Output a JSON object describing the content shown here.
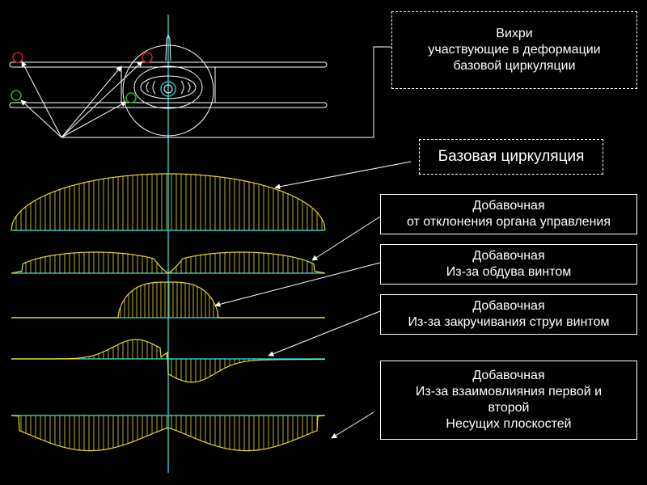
{
  "labels": {
    "vortices": [
      "Вихри",
      "участвующие в деформации",
      "базовой циркуляции"
    ],
    "base": [
      "Базовая циркуляция"
    ],
    "control": [
      "Добавочная",
      "от отклонения органа управления"
    ],
    "propwash": [
      "Добавочная",
      "Из-за обдува винтом"
    ],
    "swirl": [
      "Добавочная",
      "Из-за закручивания струи винтом"
    ],
    "interaction": [
      "Добавочная",
      "Из-за взаимовлияния первой и",
      "второй",
      "Несущих плоскостей"
    ]
  },
  "colors": {
    "background": "#000000",
    "wing_outline": "#ffffff",
    "axis": "#22c4c8",
    "distribution": "#e8d830",
    "vortex_red": "#c81e1e",
    "vortex_green": "#28b428",
    "text": "#ffffff"
  },
  "icons": {
    "vortex_marker": "circle-outline",
    "aircraft": "biplane-front-view"
  }
}
